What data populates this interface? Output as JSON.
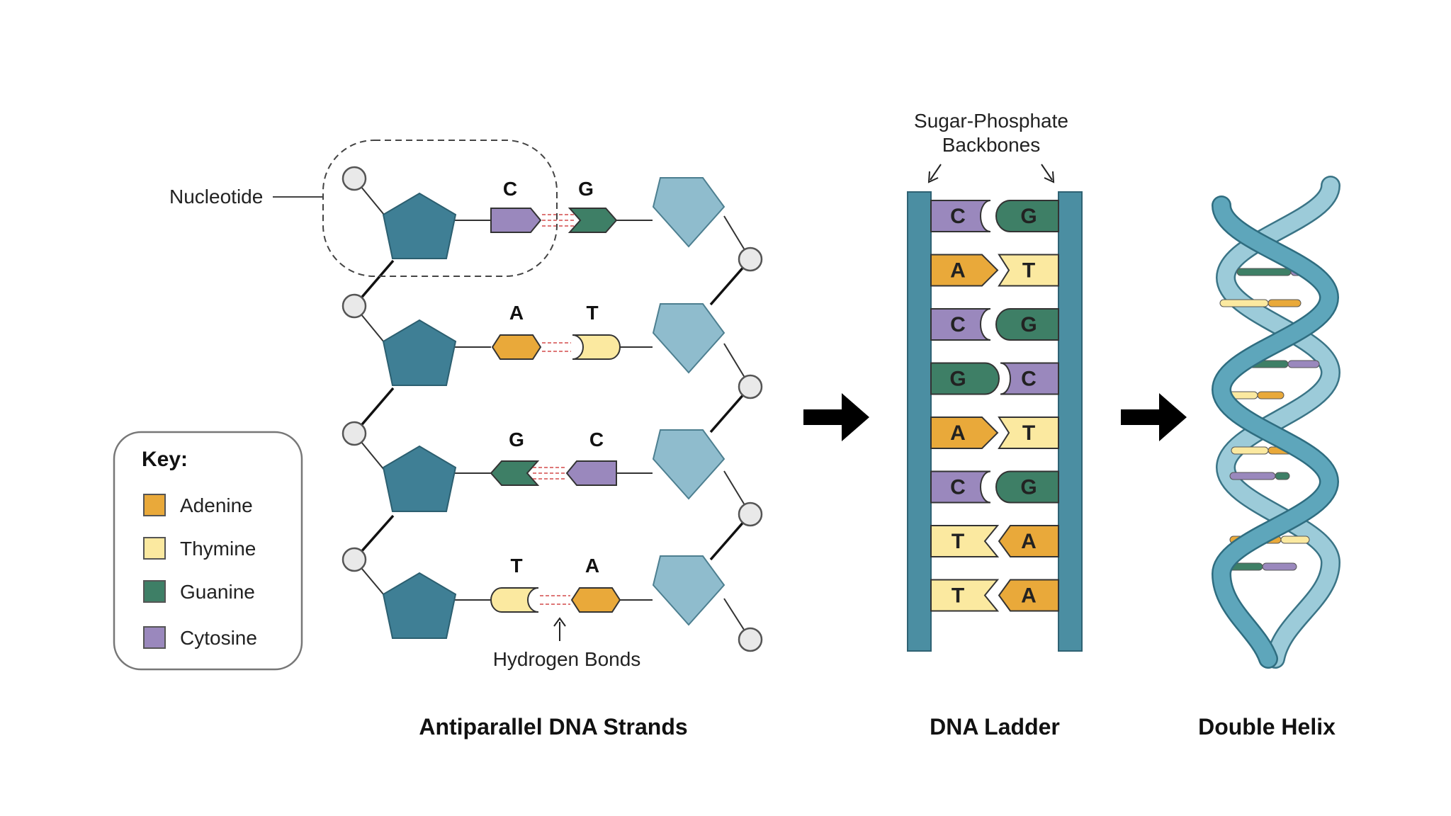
{
  "colors": {
    "adenine": "#e9a93a",
    "thymine": "#fbe9a0",
    "guanine": "#3e7f66",
    "cytosine": "#9a88bd",
    "sugar_left": "#3f7f95",
    "sugar_right": "#8fbccd",
    "backbone": "#4b8ea2",
    "phosphate": "#e9e9e9",
    "hbond": "#d44a4a"
  },
  "labels": {
    "nucleotide": "Nucleotide",
    "hydrogen_bonds": "Hydrogen Bonds",
    "backbones_line1": "Sugar-Phosphate",
    "backbones_line2": "Backbones"
  },
  "titles": {
    "strands": "Antiparallel DNA Strands",
    "ladder": "DNA Ladder",
    "helix": "Double Helix"
  },
  "key": {
    "title": "Key:",
    "items": [
      {
        "label": "Adenine",
        "color": "#e9a93a"
      },
      {
        "label": "Thymine",
        "color": "#fbe9a0"
      },
      {
        "label": "Guanine",
        "color": "#3e7f66"
      },
      {
        "label": "Cytosine",
        "color": "#9a88bd"
      }
    ]
  },
  "strand_pairs": [
    {
      "left": "C",
      "right": "G"
    },
    {
      "left": "A",
      "right": "T"
    },
    {
      "left": "G",
      "right": "C"
    },
    {
      "left": "T",
      "right": "A"
    }
  ],
  "ladder_pairs": [
    {
      "left": "C",
      "right": "G"
    },
    {
      "left": "A",
      "right": "T"
    },
    {
      "left": "C",
      "right": "G"
    },
    {
      "left": "G",
      "right": "C"
    },
    {
      "left": "A",
      "right": "T"
    },
    {
      "left": "C",
      "right": "G"
    },
    {
      "left": "T",
      "right": "A"
    },
    {
      "left": "T",
      "right": "A"
    }
  ]
}
